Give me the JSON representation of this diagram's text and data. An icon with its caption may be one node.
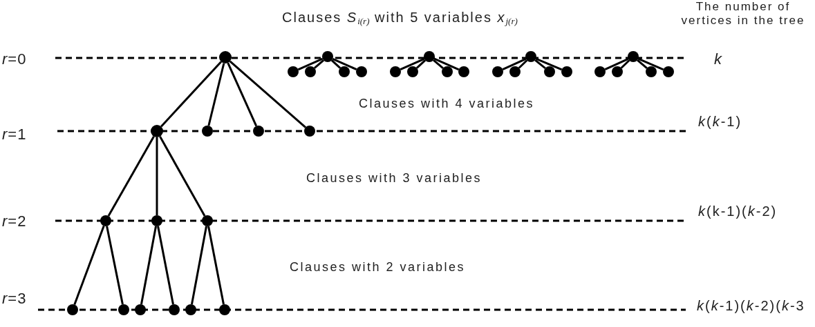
{
  "diagram": {
    "nodes": [
      {
        "text": [],
        "shape": "circle"
      },
      {
        "text": [],
        "shape": "circle"
      },
      {
        "text": [],
        "shape": "circle"
      },
      {
        "text": [],
        "shape": "circle"
      },
      {
        "text": [],
        "shape": "circle"
      },
      {
        "text": [],
        "shape": "circle"
      },
      {
        "text": [],
        "shape": "circle"
      },
      {
        "text": [],
        "shape": "circle"
      },
      {
        "text": [],
        "shape": "circle"
      },
      {
        "text": [],
        "shape": "circle"
      },
      {
        "text": [],
        "shape": "circle"
      },
      {
        "text": [],
        "shape": "circle"
      },
      {
        "text": [],
        "shape": "circle"
      },
      {
        "text": [],
        "shape": "circle"
      },
      {
        "text": [],
        "shape": "circle"
      },
      {
        "text": [],
        "shape": "circle"
      },
      {
        "text": [],
        "shape": "circle"
      },
      {
        "text": [],
        "shape": "circle"
      },
      {
        "text": [],
        "shape": "circle"
      },
      {
        "text": [],
        "shape": "circle"
      },
      {
        "text": [],
        "shape": "circle"
      },
      {
        "text": [],
        "shape": "circle"
      },
      {
        "text": [],
        "shape": "circle"
      },
      {
        "text": [],
        "shape": "circle"
      },
      {
        "text": [],
        "shape": "circle"
      },
      {
        "text": [],
        "shape": "circle"
      },
      {
        "text": [],
        "shape": "circle"
      },
      {
        "text": [],
        "shape": "circle"
      },
      {
        "text": [],
        "shape": "circle"
      },
      {
        "text": [],
        "shape": "circle"
      },
      {
        "text": [],
        "shape": "circle"
      },
      {
        "text": [],
        "shape": "circle"
      },
      {
        "text": [],
        "shape": "circle"
      },
      {
        "text": [],
        "shape": "circle"
      }
    ],
    "edges": [
      {
        "from": 0,
        "to": 21,
        "arrow": "none"
      },
      {
        "from": 0,
        "to": 22,
        "arrow": "none"
      },
      {
        "from": 0,
        "to": 23,
        "arrow": "none"
      },
      {
        "from": 0,
        "to": 24,
        "arrow": "none"
      },
      {
        "from": 1,
        "to": 2,
        "arrow": "none"
      },
      {
        "from": 1,
        "to": 3,
        "arrow": "none"
      },
      {
        "from": 1,
        "to": 4,
        "arrow": "none"
      },
      {
        "from": 1,
        "to": 5,
        "arrow": "none"
      },
      {
        "from": 6,
        "to": 7,
        "arrow": "none"
      },
      {
        "from": 6,
        "to": 8,
        "arrow": "none"
      },
      {
        "from": 6,
        "to": 9,
        "arrow": "none"
      },
      {
        "from": 6,
        "to": 10,
        "arrow": "none"
      },
      {
        "from": 11,
        "to": 12,
        "arrow": "none"
      },
      {
        "from": 11,
        "to": 13,
        "arrow": "none"
      },
      {
        "from": 11,
        "to": 14,
        "arrow": "none"
      },
      {
        "from": 11,
        "to": 15,
        "arrow": "none"
      },
      {
        "from": 16,
        "to": 17,
        "arrow": "none"
      },
      {
        "from": 16,
        "to": 18,
        "arrow": "none"
      },
      {
        "from": 16,
        "to": 19,
        "arrow": "none"
      },
      {
        "from": 16,
        "to": 20,
        "arrow": "none"
      },
      {
        "from": 21,
        "to": 25,
        "arrow": "none"
      },
      {
        "from": 21,
        "to": 26,
        "arrow": "none"
      },
      {
        "from": 21,
        "to": 27,
        "arrow": "none"
      },
      {
        "from": 25,
        "to": 28,
        "arrow": "none"
      },
      {
        "from": 25,
        "to": 29,
        "arrow": "none"
      },
      {
        "from": 26,
        "to": 30,
        "arrow": "none"
      },
      {
        "from": 26,
        "to": 31,
        "arrow": "none"
      },
      {
        "from": 27,
        "to": 32,
        "arrow": "none"
      },
      {
        "from": 27,
        "to": 33,
        "arrow": "none"
      }
    ],
    "labels": [
      "Clauses *S*$_{i(r)}$ with 5 variables *x*$_{j(r)}$",
      "The number of vertices in the tree",
      "*r*=0",
      "k",
      "Clauses with 4 variables",
      "*k*(*k*-1)",
      "*r*=1",
      "Clauses with 3 variables",
      "*k*(k-1)(*k*-2)",
      "*r*=2",
      "Clauses with 2 variables",
      "*r*=3",
      "*k*(*k*-1)(*k*-2)(*k*-3"
    ]
  }
}
